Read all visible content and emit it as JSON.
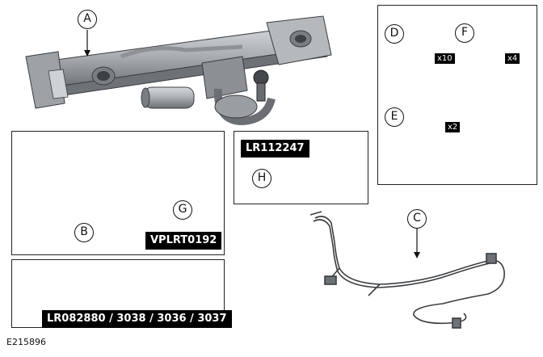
{
  "callouts": {
    "a": "A",
    "b": "B",
    "c": "C",
    "d": "D",
    "e": "E",
    "f": "F",
    "g": "G",
    "h": "H"
  },
  "part_numbers": {
    "module_kit": "VPLRT0192",
    "bracket": "LR112247",
    "bumper_cover": "LR082880 / 3038 / 3036 / 3037"
  },
  "quantities": {
    "bolt_d": "x10",
    "nut_e": "x2",
    "bolt_f": "x4"
  },
  "figure_id": "E215896",
  "colors": {
    "fastener": "#9b1fa3",
    "fastener_dark": "#5e0f66",
    "metal": "#a9adb1",
    "metal_dark": "#5d6166"
  }
}
